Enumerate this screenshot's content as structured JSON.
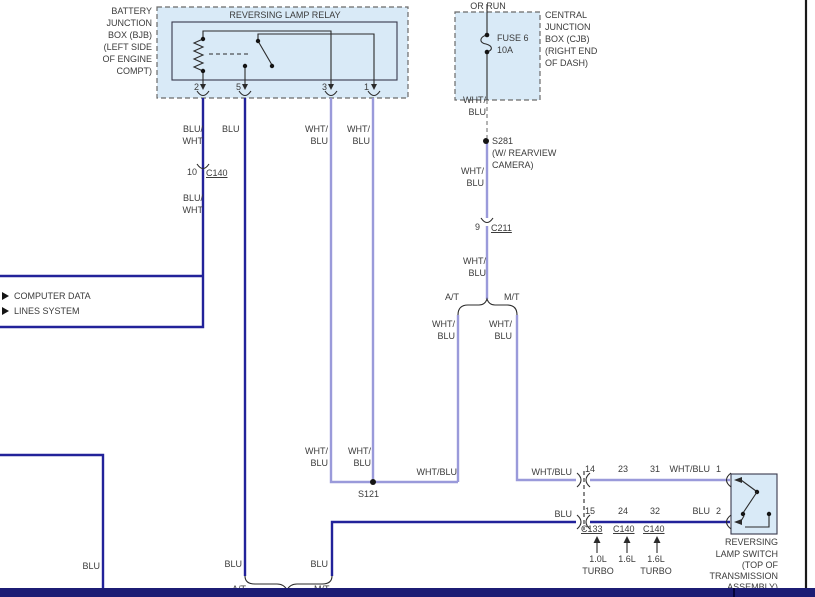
{
  "colors": {
    "blu": "#22229a",
    "wht_blu": "#9a9ada",
    "box_fill": "#d9eaf7",
    "band": "#1c1c74",
    "text": "#3b3b3b"
  },
  "bjb": {
    "lines": [
      "BATTERY",
      "JUNCTION",
      "BOX (BJB)",
      "(LEFT SIDE",
      "OF ENGINE",
      "COMPT)"
    ]
  },
  "relay": {
    "title": "REVERSING LAMP RELAY",
    "pins": [
      "2",
      "5",
      "3",
      "1"
    ]
  },
  "cjb": {
    "hot": "OR RUN",
    "fuse": "FUSE 6",
    "rating": "10A",
    "lines": [
      "CENTRAL",
      "JUNCTION",
      "BOX (CJB)",
      "(RIGHT END",
      "OF DASH)"
    ]
  },
  "wire": {
    "wht_blu": "WHT/BLU",
    "wht": "WHT/",
    "blu": "BLU",
    "bluwht1": "BLU/",
    "wht2": "WHT"
  },
  "s281": {
    "name": "S281",
    "note1": "(W/ REARVIEW",
    "note2": "CAMERA)"
  },
  "s121": {
    "name": "S121"
  },
  "c211": {
    "pin": "9",
    "name": "C211"
  },
  "c140": {
    "pin": "10",
    "name": "C140"
  },
  "conn": {
    "c133": "C133",
    "c140a": "C140",
    "c140b": "C140"
  },
  "branch": {
    "at": "A/T",
    "mt": "M/T"
  },
  "cdl": {
    "line1": "COMPUTER DATA",
    "line2": "LINES SYSTEM"
  },
  "rows": {
    "t1": "14",
    "t2": "23",
    "t3": "31",
    "b1": "15",
    "b2": "24",
    "b3": "32",
    "pin1": "1",
    "pin2": "2"
  },
  "variants": {
    "a1": "1.0L",
    "a2": "TURBO",
    "b1": "1.6L",
    "c1": "1.6L",
    "c2": "TURBO"
  },
  "switch": {
    "lines": [
      "REVERSING",
      "LAMP SWITCH",
      "(TOP OF",
      "TRANSMISSION",
      "ASSEMBLY)"
    ]
  },
  "bottom": {
    "at": "A/T",
    "mt": "M/T"
  }
}
